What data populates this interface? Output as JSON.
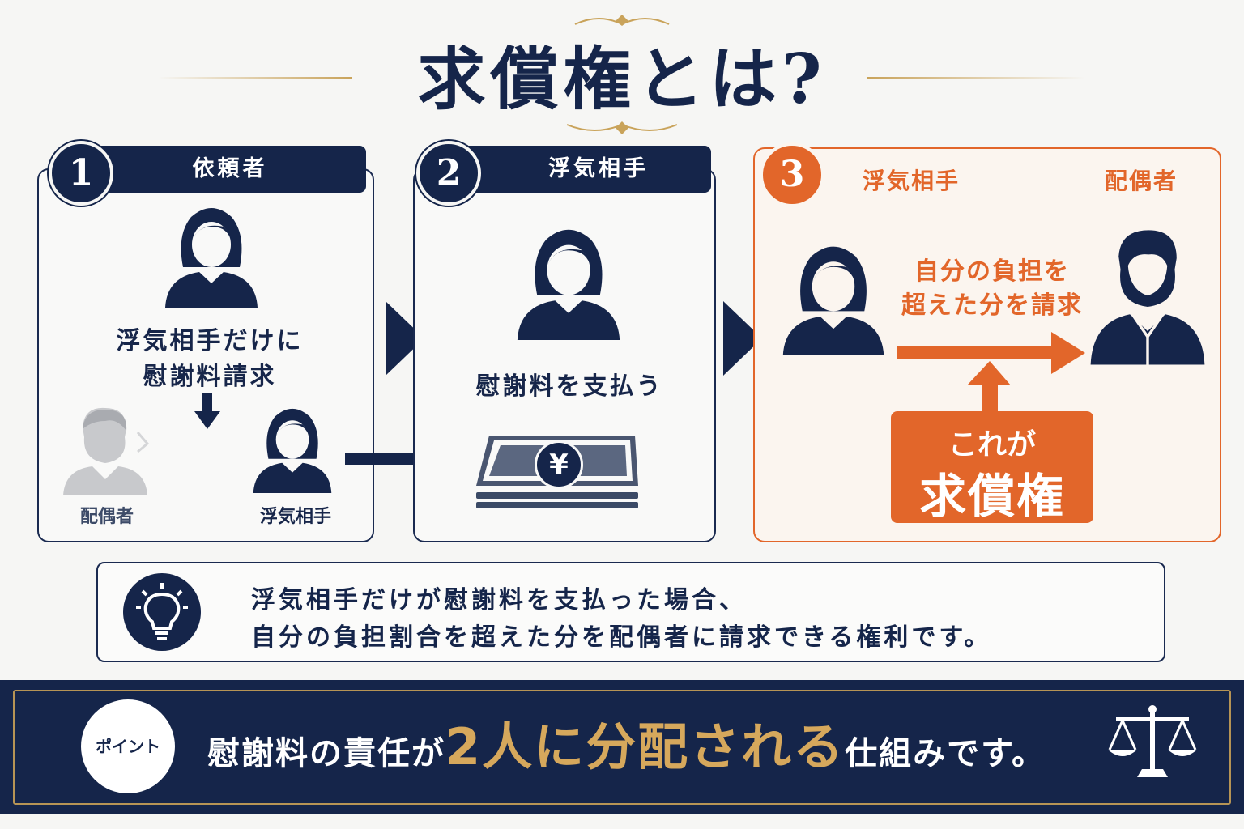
{
  "title": "求償権とは?",
  "steps": [
    {
      "number": "1",
      "header": "依頼者",
      "description_line1": "浮気相手だけに",
      "description_line2": "慰謝料請求",
      "person_left_label": "配偶者",
      "person_right_label": "浮気相手"
    },
    {
      "number": "2",
      "header": "浮気相手",
      "description": "慰謝料を支払う",
      "money_symbol": "¥"
    },
    {
      "number": "3",
      "left_label": "浮気相手",
      "right_label": "配偶者",
      "arrow_line1": "自分の負担を",
      "arrow_line2": "超えた分を請求",
      "callout_line1": "これが",
      "callout_line2": "求償権"
    }
  ],
  "explanation": {
    "line1": "浮気相手だけが慰謝料を支払った場合、",
    "line2": "自分の負担割合を超えた分を配偶者に請求できる権利です。"
  },
  "point": {
    "badge": "ポイント",
    "text_before": "慰謝料の責任が",
    "text_highlight": "2人に分配される",
    "text_after": "仕組みです。"
  },
  "colors": {
    "navy": "#15254a",
    "orange": "#e2662a",
    "gold": "#c9a35a"
  }
}
